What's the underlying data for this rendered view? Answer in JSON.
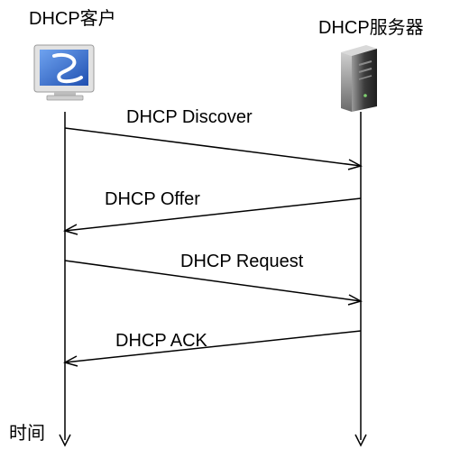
{
  "participants": {
    "client": {
      "label": "DHCP客户",
      "icon": "desktop-computer-icon"
    },
    "server": {
      "label": "DHCP服务器",
      "icon": "tower-server-icon"
    }
  },
  "time_axis_label": "时间",
  "messages": [
    {
      "label": "DHCP Discover",
      "from": "client",
      "to": "server"
    },
    {
      "label": "DHCP Offer",
      "from": "server",
      "to": "client"
    },
    {
      "label": "DHCP Request",
      "from": "client",
      "to": "server"
    },
    {
      "label": "DHCP ACK",
      "from": "server",
      "to": "client"
    }
  ],
  "colors": {
    "line": "#000000",
    "text": "#000000",
    "monitor_screen": "#3a6fd0",
    "monitor_frame": "#d8d8d8",
    "server_body": "#4a4a4a"
  }
}
